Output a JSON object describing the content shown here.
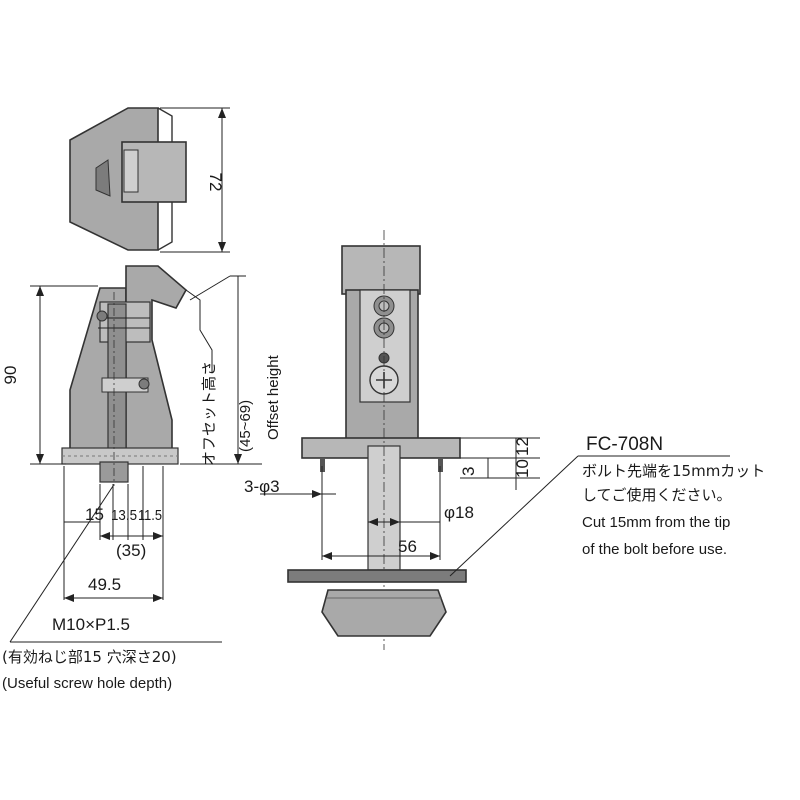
{
  "dimensions": {
    "height_72": "72",
    "height_90": "90",
    "offset_jp": "オフセット高さ",
    "offset_range": "(45~69)",
    "offset_en": "Offset height",
    "w15": "15",
    "w135": "13.5",
    "w115": "11.5",
    "w35": "(35)",
    "w495": "49.5",
    "holes": "3-φ3",
    "phi18": "φ18",
    "w56": "56",
    "d3": "3",
    "d12": "12",
    "d10": "10"
  },
  "thread": {
    "spec": "M10×P1.5",
    "jp": "(有効ねじ部15  穴深さ20)",
    "en": "(Useful screw hole depth)"
  },
  "part_number": "FC-708N",
  "note": {
    "jp_line1": "ボルト先端を15mmカット",
    "jp_line2": "してご使用ください。",
    "en_line1": "Cut 15mm from the tip",
    "en_line2": "of the bolt before use."
  },
  "colors": {
    "part_fill": "#a9a9a9",
    "part_dark": "#7c7c7c",
    "line": "#222222"
  }
}
